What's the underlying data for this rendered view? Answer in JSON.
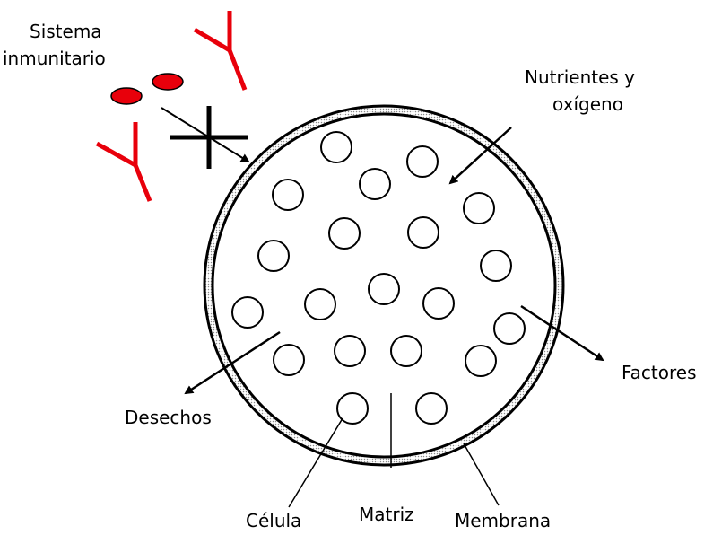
{
  "labels": {
    "immune_line1": "Sistema",
    "immune_line2": "inmunitario",
    "nutrients_line1": "Nutrientes y",
    "nutrients_line2": "oxígeno",
    "factors": "Factores",
    "waste": "Desechos",
    "cell": "Célula",
    "matrix": "Matriz",
    "membrane": "Membrana"
  },
  "colors": {
    "immune": "#e8000b",
    "ink": "#000000",
    "membrane_fill": "#d6d6d6"
  },
  "icons": {
    "antibody": "antibody-y-icon",
    "immune_cell": "red-cell-icon",
    "blocked": "cross-icon"
  },
  "cell_count": 20
}
